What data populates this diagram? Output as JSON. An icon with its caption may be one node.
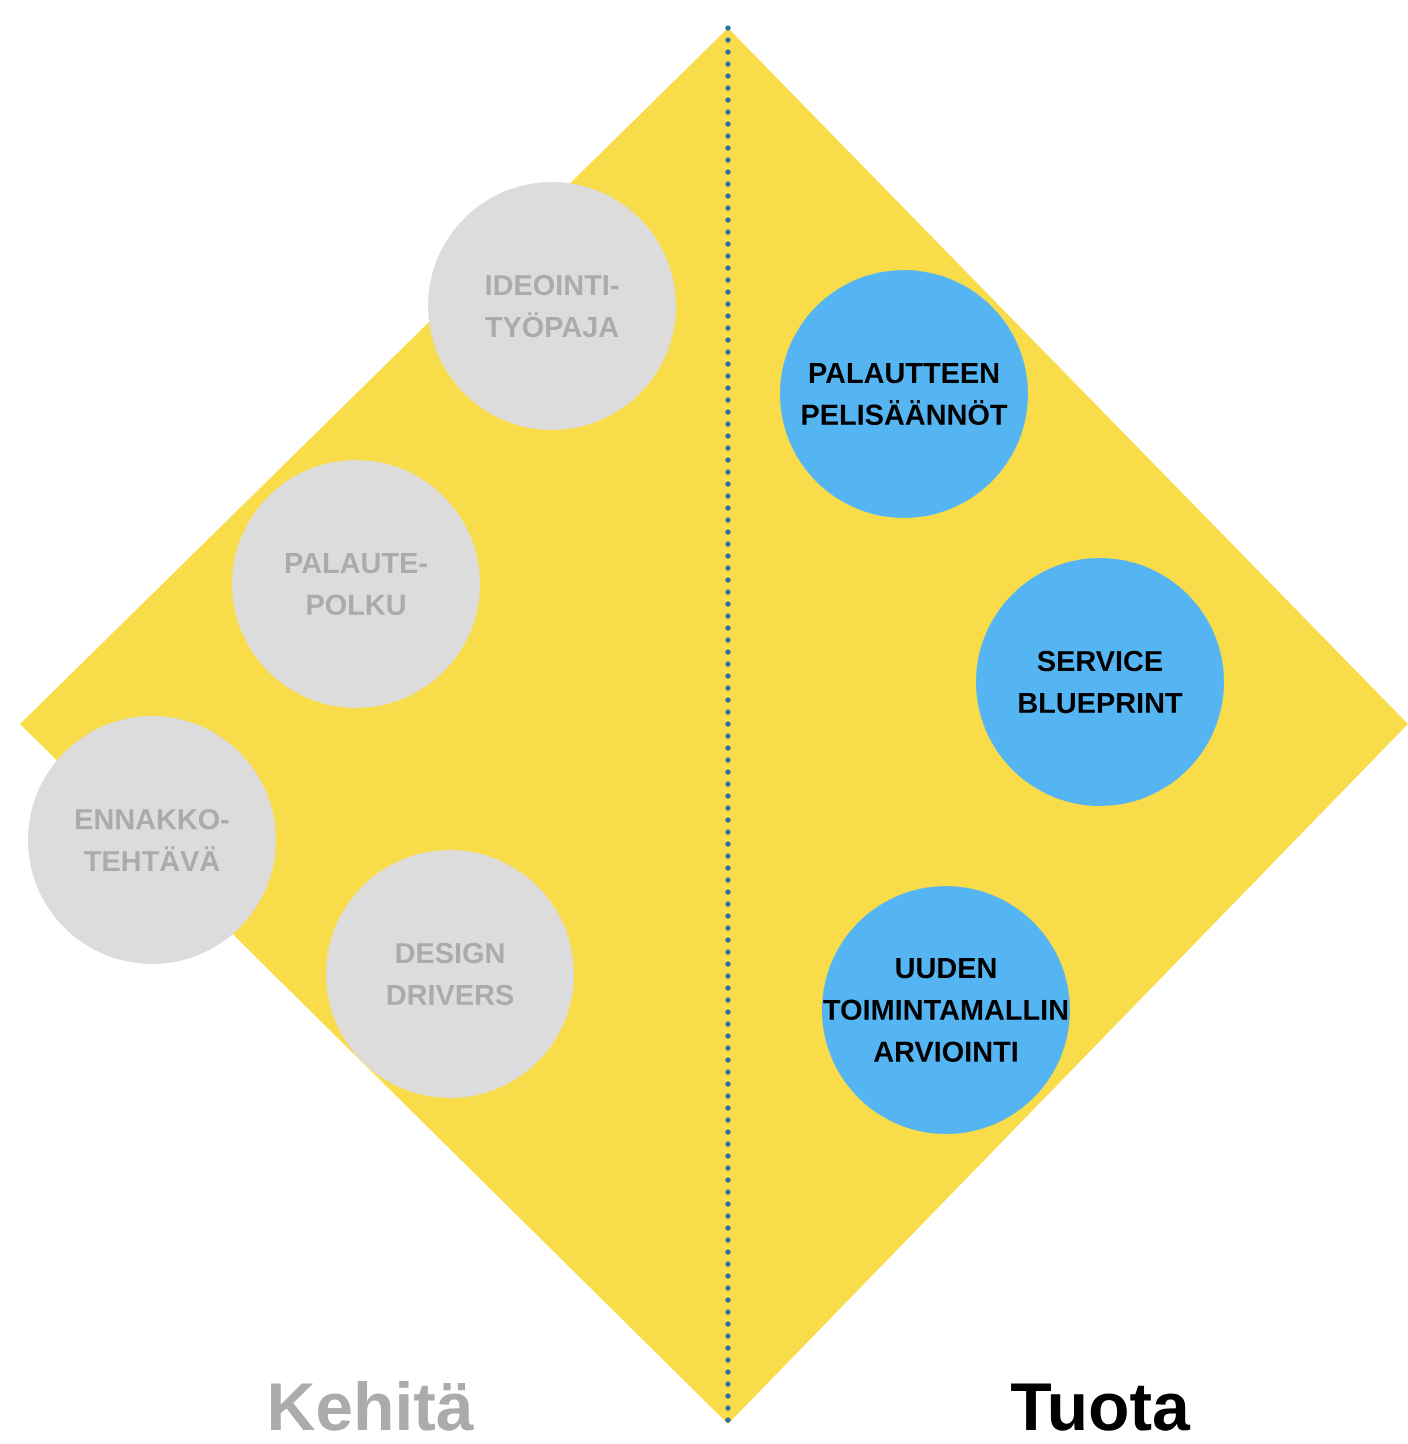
{
  "diagram": {
    "nodes": [
      {
        "text": [
          "IDEOINTI- TYÖPAJA"
        ]
      },
      {
        "text": [
          "PALAUTE- POLKU"
        ]
      },
      {
        "text": [
          "ENNAKKO- TEHTÄVÄ"
        ]
      },
      {
        "text": [
          "DESIGN DRIVERS"
        ]
      },
      {
        "text": [
          "PALAUTTEEN PELISÄÄNNÖT"
        ]
      },
      {
        "text": [
          "SERVICE BLUEPRINT"
        ]
      },
      {
        "text": [
          "UUDEN TOIMINTAMALLIN ARVIOINTI"
        ]
      }
    ],
    "labels": [
      "Kehitä",
      "Tuota"
    ]
  }
}
